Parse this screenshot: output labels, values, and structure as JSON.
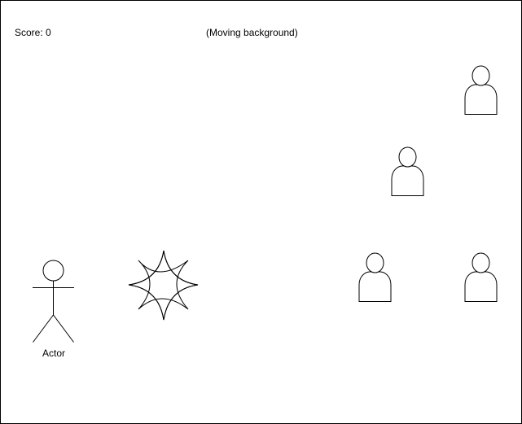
{
  "hud": {
    "score_text": "Score: 0",
    "background_note": "(Moving background)"
  },
  "player": {
    "label": "Actor",
    "icon": "stick-figure-actor-icon"
  },
  "explosion": {
    "icon": "star-burst-icon"
  },
  "enemies": [
    {
      "icon": "person-icon"
    },
    {
      "icon": "person-icon"
    },
    {
      "icon": "person-icon"
    },
    {
      "icon": "person-icon"
    }
  ],
  "colors": {
    "stroke": "#000000",
    "fill": "#ffffff",
    "background": "#ffffff"
  }
}
